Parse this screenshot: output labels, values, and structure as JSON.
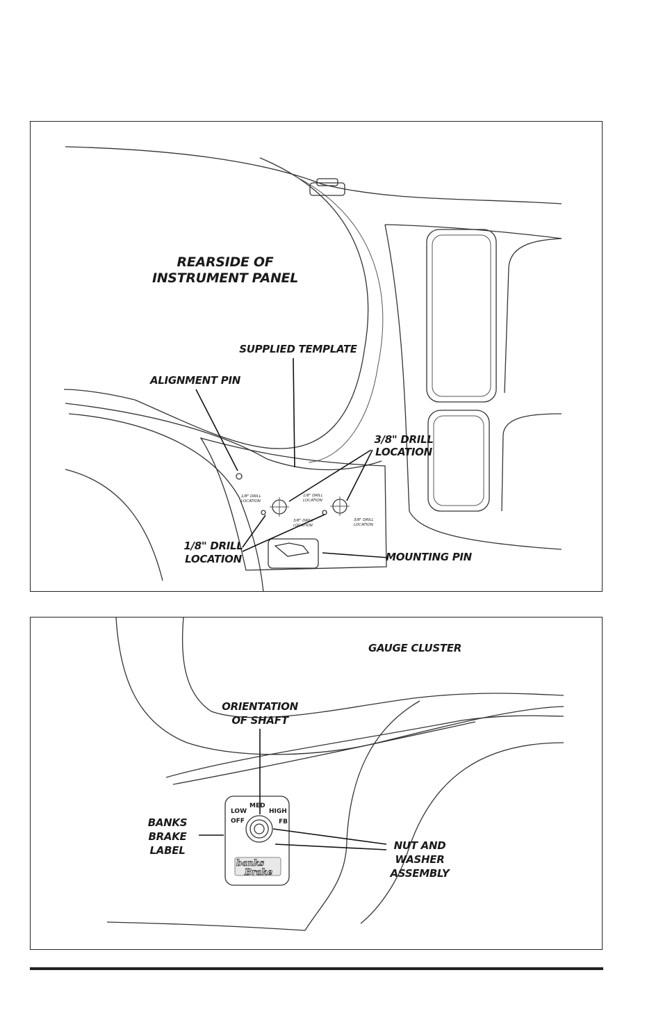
{
  "figure1": {
    "title_line1": "REARSIDE OF",
    "title_line2": "INSTRUMENT PANEL",
    "supplied_template": "SUPPLIED TEMPLATE",
    "alignment_pin": "ALIGNMENT PIN",
    "drill_38_line1": "3/8\" DRILL",
    "drill_38_line2": "LOCATION",
    "drill_18_line1": "1/8\" DRILL",
    "drill_18_line2": "LOCATION",
    "mounting_pin": "MOUNTING PIN",
    "small_18_line1": "1/8\" DRILL",
    "small_18_line2": "LOCATION",
    "small_38_line1": "3/8\" DRILL",
    "small_38_line2": "LOCATION"
  },
  "figure2": {
    "gauge_cluster": "GAUGE CLUSTER",
    "orientation_line1": "ORIENTATION",
    "orientation_line2": "OF SHAFT",
    "banks_label_line1": "BANKS",
    "banks_label_line2": "BRAKE",
    "banks_label_line3": "LABEL",
    "nut_line1": "NUT AND",
    "nut_line2": "WASHER",
    "nut_line3": "ASSEMBLY",
    "knob_positions": {
      "off": "OFF",
      "low": "LOW",
      "med": "MED",
      "high": "HIGH",
      "fb": "FB"
    },
    "logo_line1": "banks",
    "logo_line2": "Brake"
  }
}
